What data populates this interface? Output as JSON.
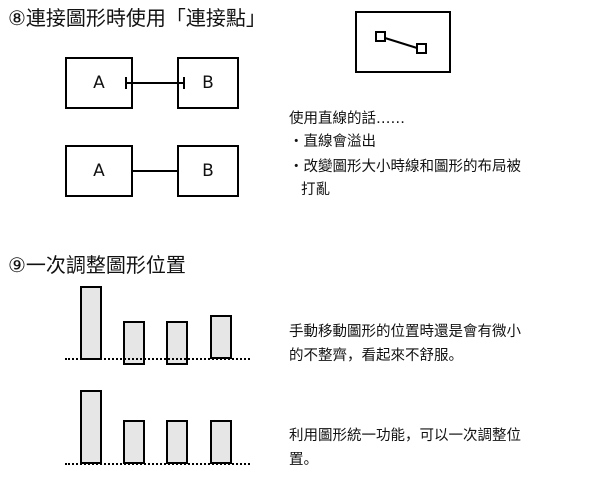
{
  "section8": {
    "heading": "⑧連接圖形時使用「連接點」",
    "box_a": "A",
    "box_b": "B",
    "notes": [
      "使用直線的話……",
      "・直線會溢出",
      "・改變圖形大小時線和圖形的布局被",
      "打亂"
    ]
  },
  "section9": {
    "heading": "⑨一次調整圖形位置",
    "text1": [
      "手動移動圖形的位置時還是會有微小",
      "的不整齊，看起來不舒服。"
    ],
    "text2": [
      "利用圖形統一功能，可以一次調整位",
      "置。"
    ]
  }
}
